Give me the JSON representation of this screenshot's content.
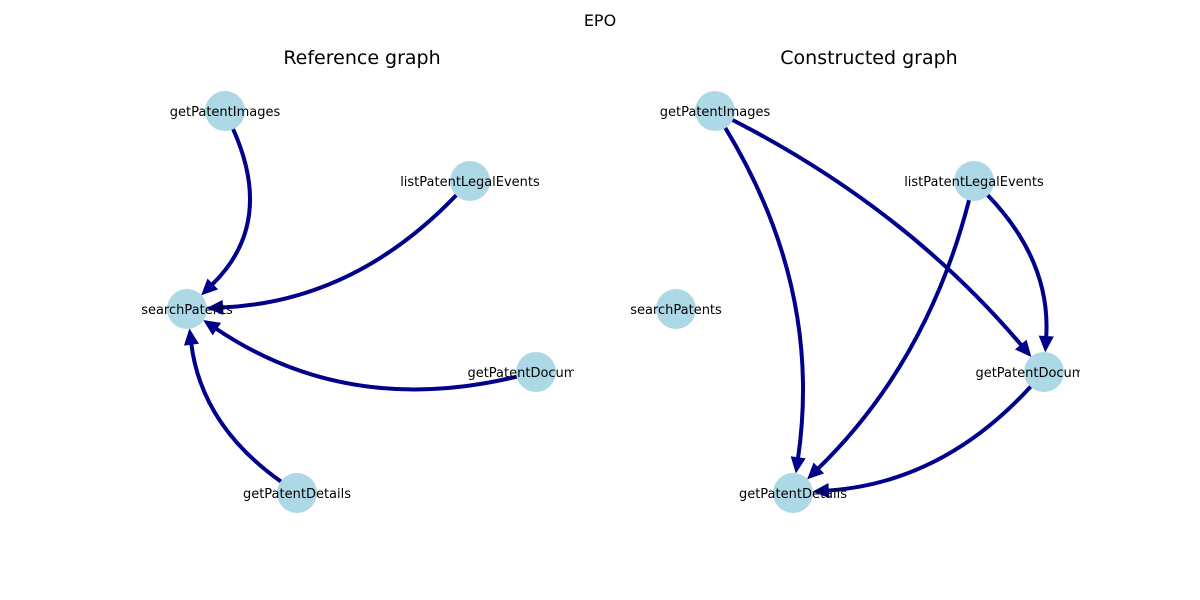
{
  "figure": {
    "title": "EPO",
    "colors": {
      "node": "#add8e6",
      "edge": "#00008b",
      "text": "#000000"
    }
  },
  "panels": [
    {
      "title": "Reference graph",
      "nodes": [
        {
          "id": "getPatentImages",
          "label": "getPatentImages"
        },
        {
          "id": "listPatentLegalEvents",
          "label": "listPatentLegalEvents"
        },
        {
          "id": "searchPatents",
          "label": "searchPatents"
        },
        {
          "id": "getPatentDocuments",
          "label": "getPatentDocuments"
        },
        {
          "id": "getPatentDetails",
          "label": "getPatentDetails"
        }
      ],
      "edges": [
        {
          "from": "getPatentImages",
          "to": "searchPatents"
        },
        {
          "from": "listPatentLegalEvents",
          "to": "searchPatents"
        },
        {
          "from": "getPatentDocuments",
          "to": "searchPatents"
        },
        {
          "from": "getPatentDetails",
          "to": "searchPatents"
        }
      ]
    },
    {
      "title": "Constructed graph",
      "nodes": [
        {
          "id": "getPatentImages",
          "label": "getPatentImages"
        },
        {
          "id": "listPatentLegalEvents",
          "label": "listPatentLegalEvents"
        },
        {
          "id": "searchPatents",
          "label": "searchPatents"
        },
        {
          "id": "getPatentDocuments",
          "label": "getPatentDocuments"
        },
        {
          "id": "getPatentDetails",
          "label": "getPatentDetails"
        }
      ],
      "edges": [
        {
          "from": "getPatentImages",
          "to": "getPatentDetails"
        },
        {
          "from": "getPatentImages",
          "to": "getPatentDocuments"
        },
        {
          "from": "listPatentLegalEvents",
          "to": "getPatentDetails"
        },
        {
          "from": "listPatentLegalEvents",
          "to": "getPatentDocuments"
        },
        {
          "from": "getPatentDocuments",
          "to": "getPatentDetails"
        }
      ]
    }
  ]
}
